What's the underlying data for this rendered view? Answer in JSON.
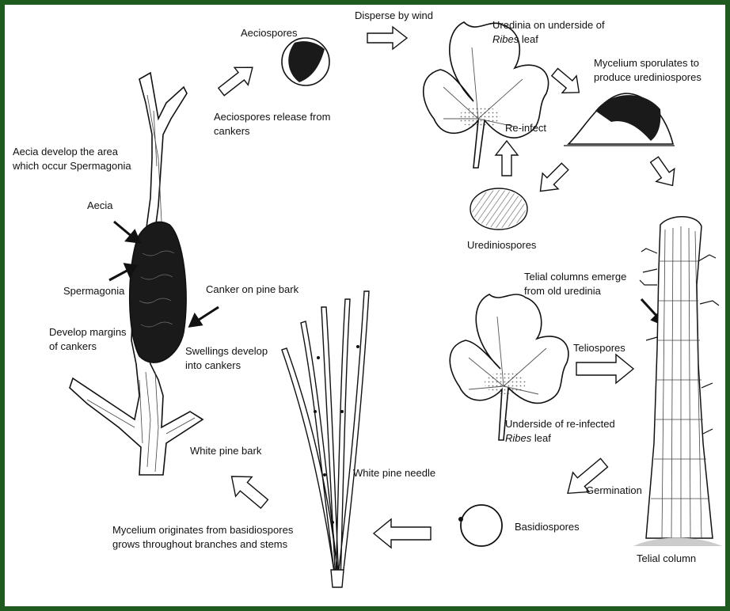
{
  "labels": {
    "aeciospores": "Aeciospores",
    "disperse_by_wind": "Disperse by wind",
    "uredinia_line1": "Uredinia on underside of",
    "uredinia_ribes": "Ribes",
    "uredinia_leaf": "leaf",
    "mycelium_line1": "Mycelium sporulates to",
    "mycelium_line2": "produce urediniospores",
    "aecio_release_line1": "Aeciospores release from",
    "aecio_release_line2": "cankers",
    "reinfect": "Re-infect",
    "aecia_develop_line1": "Aecia develop the area",
    "aecia_develop_line2": "which occur Spermagonia",
    "aecia": "Aecia",
    "urediniospores": "Urediniospores",
    "spermagonia": "Spermagonia",
    "telial_emerge_line1": "Telial columns emerge",
    "telial_emerge_line2": "from old uredinia",
    "canker": "Canker on pine bark",
    "margins_line1": "Develop margins",
    "margins_line2": "of cankers",
    "swellings_line1": "Swellings develop",
    "swellings_line2": "into cankers",
    "teliospores": "Teliospores",
    "underside_line1": "Underside of re-infected",
    "underside_ribes": "Ribes",
    "underside_leaf": "leaf",
    "white_pine_bark": "White pine bark",
    "white_pine_needle": "White pine needle",
    "germination": "Germination",
    "mycelium_orig_line1": "Mycelium originates from basidiospores",
    "mycelium_orig_line2": "grows throughout branches and stems",
    "basidiospores": "Basidiospores",
    "telial_column": "Telial column"
  },
  "colors": {
    "frame": "#1f5a1f",
    "background": "#ffffff",
    "ink": "#111111"
  }
}
